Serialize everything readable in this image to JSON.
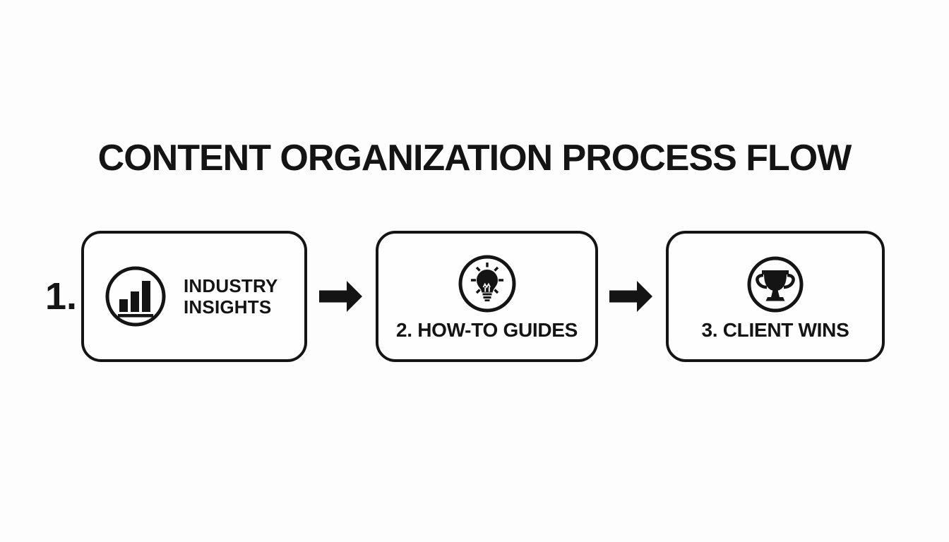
{
  "title": "CONTENT ORGANIZATION PROCESS FLOW",
  "steps": [
    {
      "number": "1.",
      "label_lines": [
        "INDUSTRY",
        "INSIGHTS"
      ],
      "icon": "bar-chart-icon"
    },
    {
      "label": "2. HOW-TO GUIDES",
      "icon": "lightbulb-icon"
    },
    {
      "label": "3. CLIENT WINS",
      "icon": "trophy-icon"
    }
  ],
  "connectors": [
    {
      "icon": "arrow-right-icon"
    },
    {
      "icon": "arrow-right-icon"
    }
  ],
  "colors": {
    "background": "#fdfdfd",
    "ink": "#141414",
    "box_fill": "#fefefe"
  }
}
